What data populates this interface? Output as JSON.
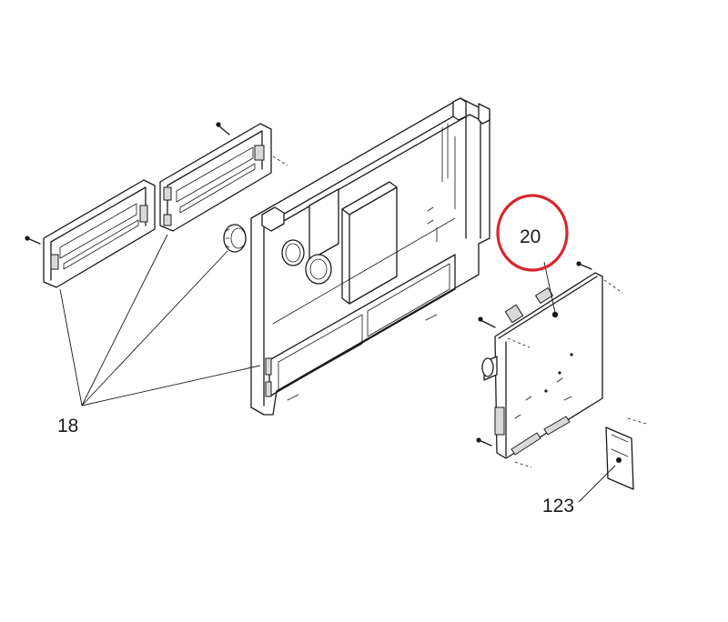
{
  "callouts": {
    "part_18": "18",
    "part_20": "20",
    "part_123": "123"
  },
  "highlight": {
    "target": "20",
    "color": "#d9262c"
  }
}
